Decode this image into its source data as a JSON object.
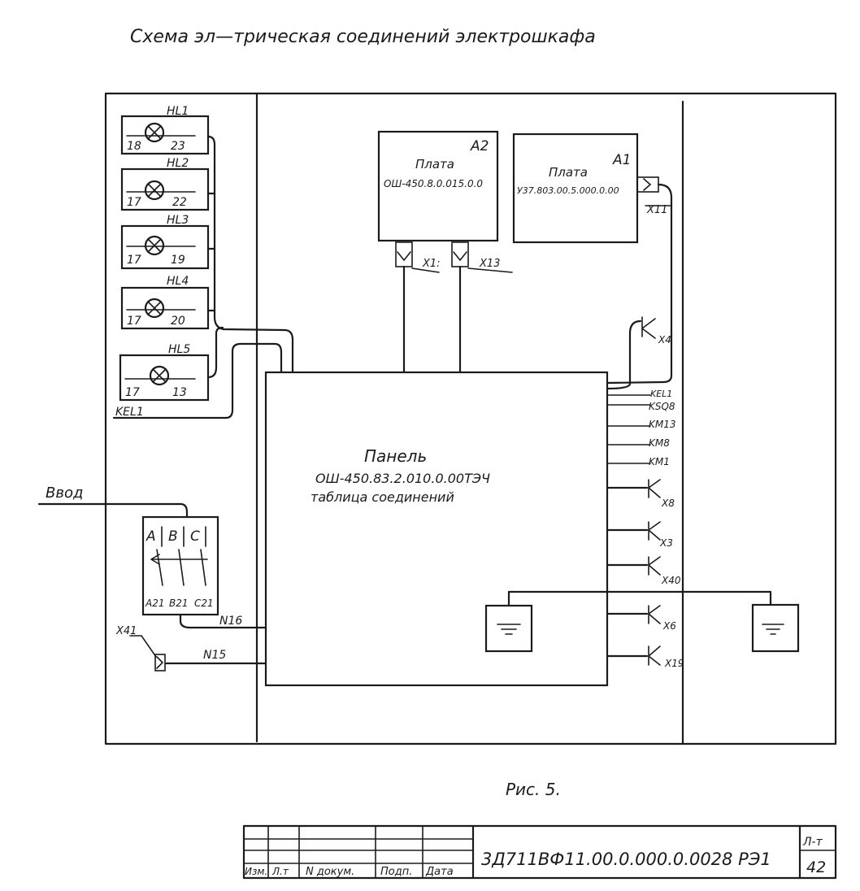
{
  "title": "Схема эл—трическая соединений электрошкафа",
  "caption": "Рис. 5.",
  "lamps": [
    {
      "ref": "HL1",
      "left": "18",
      "right": "23"
    },
    {
      "ref": "HL2",
      "left": "17",
      "right": "22"
    },
    {
      "ref": "HL3",
      "left": "17",
      "right": "19"
    },
    {
      "ref": "HL4",
      "left": "17",
      "right": "20"
    },
    {
      "ref": "HL5",
      "left": "17",
      "right": "13"
    }
  ],
  "kel1_left": "KEL1",
  "board_a2": {
    "ref": "A2",
    "name": "Плата",
    "code": "ОШ-450.8.0.015.0.0"
  },
  "board_a1": {
    "ref": "A1",
    "name": "Плата",
    "code": "У37.803.00.5.000.0.00"
  },
  "connectors": {
    "x11": "X11",
    "x1": "X1:",
    "x13": "X13",
    "x4": "X4",
    "x41": "X41"
  },
  "panel": {
    "name": "Панель",
    "code": "ОШ-450.83.2.010.0.00ТЭЧ",
    "sub": "таблица соединений"
  },
  "right_wires": [
    "KEL1",
    "KSQ8",
    "KM13",
    "KM8",
    "KM1"
  ],
  "right_connectors": [
    "X8",
    "X3",
    "X40",
    "X6",
    "X19"
  ],
  "input_label": "Ввод",
  "breaker": {
    "phases": [
      "A",
      "B",
      "C"
    ],
    "outputs": [
      "A21",
      "B21",
      "C21"
    ]
  },
  "wire_n16": "N16",
  "wire_n15": "N15",
  "stamp": {
    "headers": [
      "Изм.",
      "Л.т",
      "N докум.",
      "Подп.",
      "Дата"
    ],
    "doc_code": "3Д711ВФ11.00.0.000.0.0028 РЭ1",
    "sheet_label": "Л-т",
    "sheet_number": "42"
  }
}
